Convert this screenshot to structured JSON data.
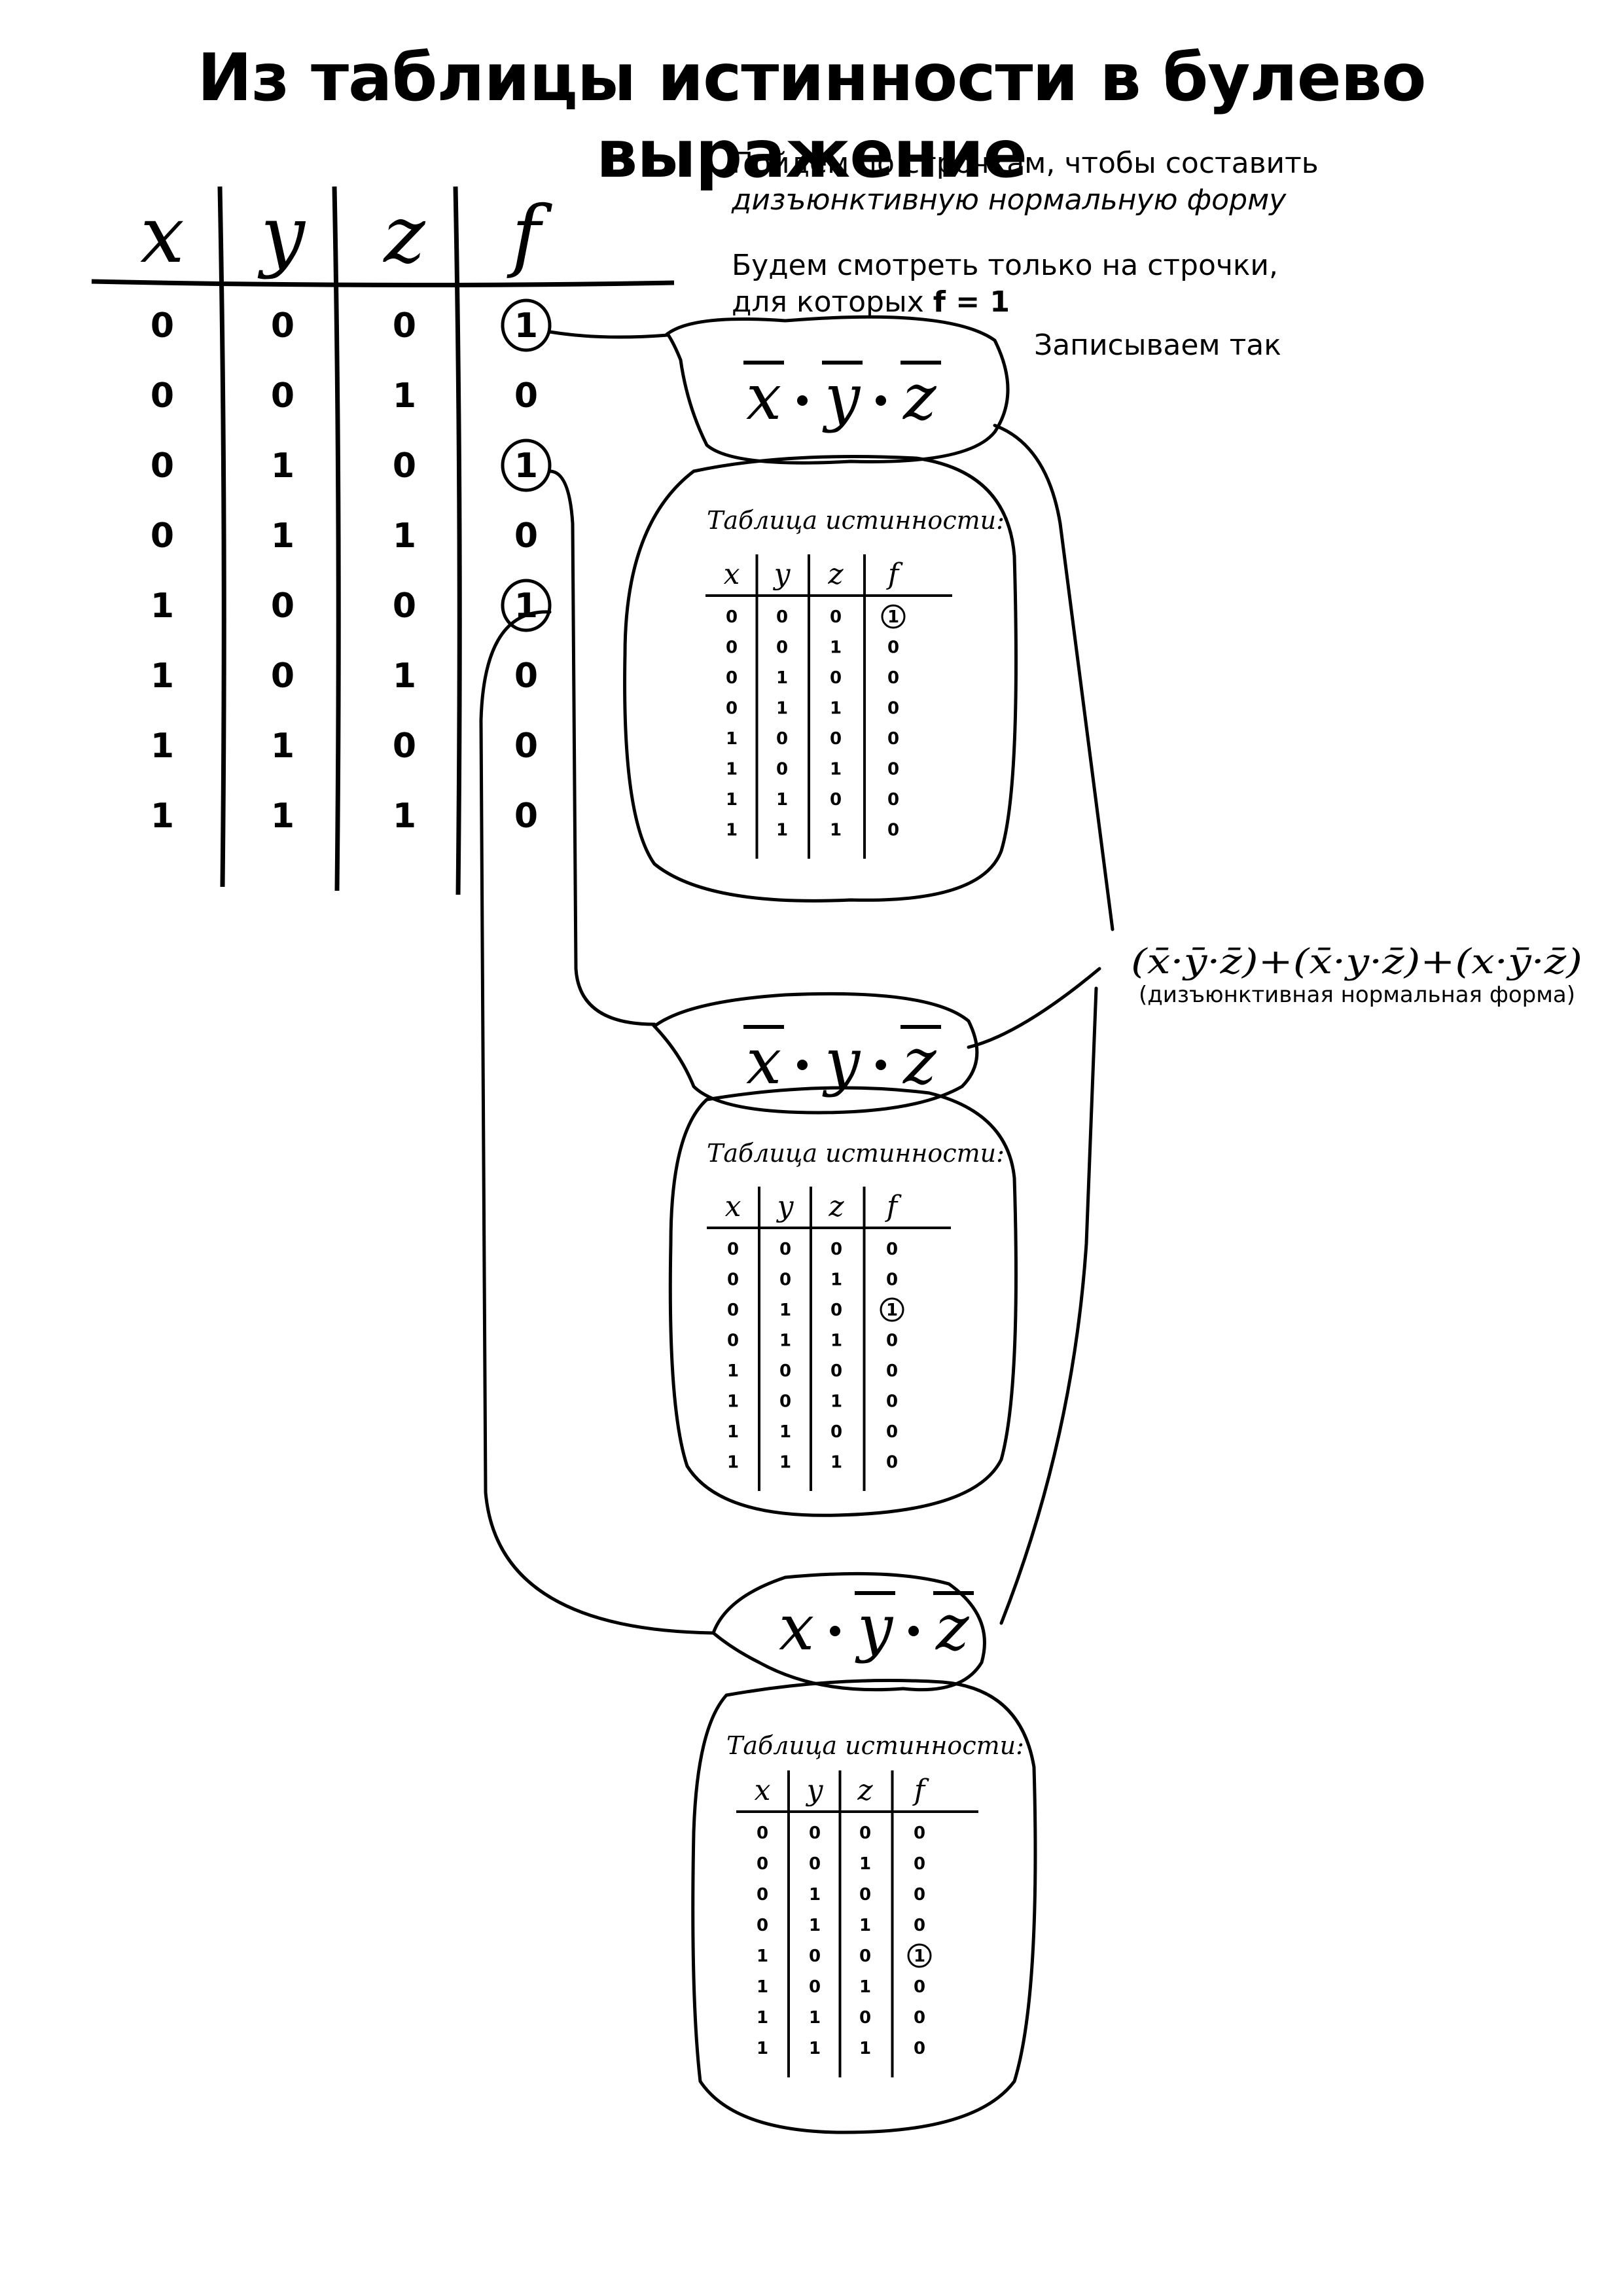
{
  "title": "Из таблицы истинности в булево выражение",
  "notes": {
    "line1": "Пойдем по строчкам, чтобы составить",
    "line2": "дизъюнктивную нормальную форму",
    "line3": "Будем смотреть только на строчки,",
    "line4_prefix": "для которых ",
    "line4_bold": "f = 1",
    "write_as": "Записываем так"
  },
  "truth_table": {
    "headers": [
      "x",
      "y",
      "z",
      "f"
    ],
    "rows": [
      [
        "0",
        "0",
        "0",
        "1"
      ],
      [
        "0",
        "0",
        "1",
        "0"
      ],
      [
        "0",
        "1",
        "0",
        "1"
      ],
      [
        "0",
        "1",
        "1",
        "0"
      ],
      [
        "1",
        "0",
        "0",
        "1"
      ],
      [
        "1",
        "0",
        "1",
        "0"
      ],
      [
        "1",
        "1",
        "0",
        "0"
      ],
      [
        "1",
        "1",
        "1",
        "0"
      ]
    ],
    "circled_rows": [
      0,
      2,
      4
    ]
  },
  "terms": [
    {
      "parts": [
        {
          "v": "x",
          "neg": true
        },
        {
          "v": "y",
          "neg": true
        },
        {
          "v": "z",
          "neg": true
        }
      ],
      "table_caption": "Таблица истинности:",
      "rows": [
        [
          "0",
          "0",
          "0",
          "1"
        ],
        [
          "0",
          "0",
          "1",
          "0"
        ],
        [
          "0",
          "1",
          "0",
          "0"
        ],
        [
          "0",
          "1",
          "1",
          "0"
        ],
        [
          "1",
          "0",
          "0",
          "0"
        ],
        [
          "1",
          "0",
          "1",
          "0"
        ],
        [
          "1",
          "1",
          "0",
          "0"
        ],
        [
          "1",
          "1",
          "1",
          "0"
        ]
      ],
      "circled_row": 0
    },
    {
      "parts": [
        {
          "v": "x",
          "neg": true
        },
        {
          "v": "y",
          "neg": false
        },
        {
          "v": "z",
          "neg": true
        }
      ],
      "table_caption": "Таблица истинности:",
      "rows": [
        [
          "0",
          "0",
          "0",
          "0"
        ],
        [
          "0",
          "0",
          "1",
          "0"
        ],
        [
          "0",
          "1",
          "0",
          "1"
        ],
        [
          "0",
          "1",
          "1",
          "0"
        ],
        [
          "1",
          "0",
          "0",
          "0"
        ],
        [
          "1",
          "0",
          "1",
          "0"
        ],
        [
          "1",
          "1",
          "0",
          "0"
        ],
        [
          "1",
          "1",
          "1",
          "0"
        ]
      ],
      "circled_row": 2
    },
    {
      "parts": [
        {
          "v": "x",
          "neg": false
        },
        {
          "v": "y",
          "neg": true
        },
        {
          "v": "z",
          "neg": true
        }
      ],
      "table_caption": "Таблица истинности:",
      "rows": [
        [
          "0",
          "0",
          "0",
          "0"
        ],
        [
          "0",
          "0",
          "1",
          "0"
        ],
        [
          "0",
          "1",
          "0",
          "0"
        ],
        [
          "0",
          "1",
          "1",
          "0"
        ],
        [
          "1",
          "0",
          "0",
          "1"
        ],
        [
          "1",
          "0",
          "1",
          "0"
        ],
        [
          "1",
          "1",
          "0",
          "0"
        ],
        [
          "1",
          "1",
          "1",
          "0"
        ]
      ],
      "circled_row": 4
    }
  ],
  "dnf": {
    "expression": "(x̄·ȳ·z̄)+(x̄·y·z̄)+(x·ȳ·z̄)",
    "caption": "(дизъюнктивная нормальная форма)"
  }
}
